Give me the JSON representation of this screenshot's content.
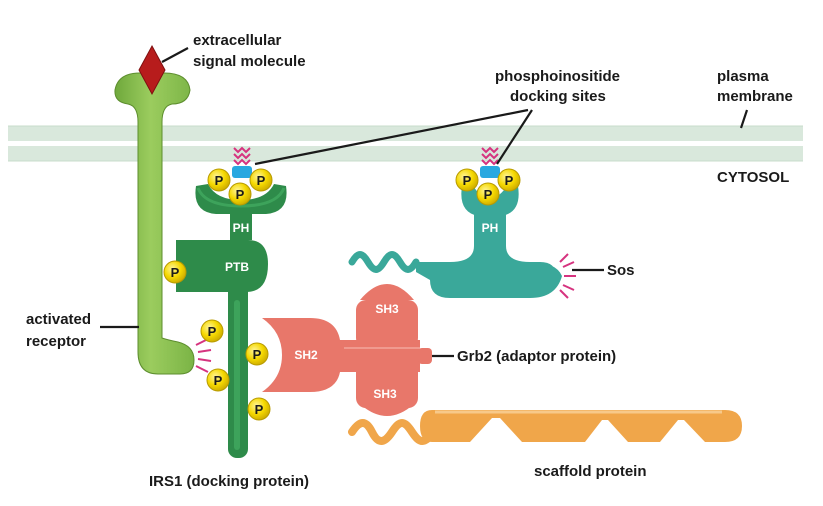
{
  "labels": {
    "signal_line1": "extracellular",
    "signal_line2": "signal molecule",
    "pi_line1": "phosphoinositide",
    "pi_line2": "docking sites",
    "membrane_line1": "plasma",
    "membrane_line2": "membrane",
    "cytosol": "CYTOSOL",
    "sos": "Sos",
    "activated_line1": "activated",
    "activated_line2": "receptor",
    "grb2": "Grb2 (adaptor protein)",
    "irs1": "IRS1 (docking protein)",
    "scaffold": "scaffold protein"
  },
  "domains": {
    "ph_irs1": "PH",
    "ph_sos": "PH",
    "ptb": "PTB",
    "sh2": "SH2",
    "sh3_top": "SH3",
    "sh3_bottom": "SH3"
  },
  "phospho": "P",
  "colors": {
    "receptor": "#8cc152",
    "irs1": "#2e8b4a",
    "sos": "#3aa89a",
    "grb2": "#e8776a",
    "scaffold": "#f0a64a",
    "signal": "#b71c1c",
    "phosphate": "#f5d800",
    "lipid_head": "#29a8e0",
    "lipid_tail": "#d6337f",
    "membrane": "#d9e8dc"
  }
}
